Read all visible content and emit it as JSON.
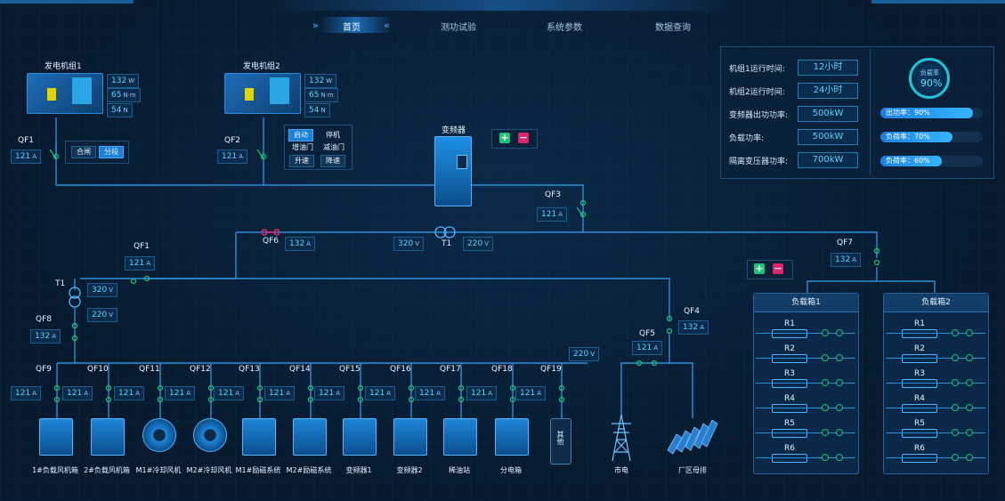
{
  "header": {
    "title": "",
    "nav": [
      "首页",
      "测功试验",
      "系统参数",
      "数据查询"
    ],
    "active": "首页"
  },
  "gen1": {
    "name": "发电机组1",
    "power": "132",
    "power_unit": "W",
    "torque": "65",
    "torque_unit": "N·m",
    "speed": "54",
    "speed_unit": "N"
  },
  "gen2": {
    "name": "发电机组2",
    "power": "132",
    "power_unit": "W",
    "torque": "65",
    "torque_unit": "N·m",
    "speed": "54",
    "speed_unit": "N"
  },
  "qf1_top": {
    "name": "QF1",
    "value": "121",
    "unit": "A",
    "close": "合闸",
    "open": "分段"
  },
  "qf2": {
    "name": "QF2",
    "value": "121",
    "unit": "A"
  },
  "ctrl": {
    "start": "启动",
    "stop": "停机",
    "throttle_up": "增油门",
    "throttle_down": "减油门",
    "speed_up": "升速",
    "speed_down": "降速"
  },
  "vfd": {
    "name": "变频器",
    "plus": "+",
    "minus": "−"
  },
  "qf3": {
    "name": "QF3",
    "value": "121",
    "unit": "A"
  },
  "qf6": {
    "name": "QF6",
    "value": "132",
    "unit": "A"
  },
  "t1": {
    "name": "T1",
    "v_in": "320",
    "v_out": "220",
    "unit": "V"
  },
  "qf7": {
    "name": "QF7",
    "value": "132",
    "unit": "A",
    "plus": "+",
    "minus": "−"
  },
  "qf1_mid": {
    "name": "QF1",
    "value": "121",
    "unit": "A"
  },
  "t1_left": {
    "name": "T1",
    "v_in": "320",
    "v_out": "220",
    "unit": "V"
  },
  "qf8": {
    "name": "QF8",
    "value": "132",
    "unit": "A"
  },
  "bus_v": {
    "value": "220",
    "unit": "V"
  },
  "qf4": {
    "name": "QF4",
    "value": "132",
    "unit": "A"
  },
  "qf5": {
    "name": "QF5",
    "value": "121",
    "unit": "A"
  },
  "branches": [
    {
      "qf": "QF9",
      "value": "121",
      "unit": "A",
      "device": "1#负载风机箱"
    },
    {
      "qf": "QF10",
      "value": "121",
      "unit": "A",
      "device": "2#负载风机箱"
    },
    {
      "qf": "QF11",
      "value": "121",
      "unit": "A",
      "device": "M1#冷却风机"
    },
    {
      "qf": "QF12",
      "value": "121",
      "unit": "A",
      "device": "M2#冷却风机"
    },
    {
      "qf": "QF13",
      "value": "121",
      "unit": "A",
      "device": "M1#励磁系统"
    },
    {
      "qf": "QF14",
      "value": "121",
      "unit": "A",
      "device": "M2#励磁系统"
    },
    {
      "qf": "QF15",
      "value": "121",
      "unit": "A",
      "device": "变频器1"
    },
    {
      "qf": "QF16",
      "value": "121",
      "unit": "A",
      "device": "变频器2"
    },
    {
      "qf": "QF17",
      "value": "121",
      "unit": "A",
      "device": "稀油站"
    },
    {
      "qf": "QF18",
      "value": "121",
      "unit": "A",
      "device": "分电箱"
    },
    {
      "qf": "QF19",
      "value": "121",
      "unit": "A",
      "device": "其他"
    }
  ],
  "grid": {
    "city": "市电",
    "plant_bus": "厂区母排"
  },
  "stats": {
    "rows": [
      {
        "label": "机组1运行时间:",
        "value": "12小时"
      },
      {
        "label": "机组2运行时间:",
        "value": "24小时"
      },
      {
        "label": "变频器出功功率:",
        "value": "500kW"
      },
      {
        "label": "负载功率:",
        "value": "500kW"
      },
      {
        "label": "隔离变压器功率:",
        "value": "700kW"
      }
    ],
    "gauge": {
      "label": "负载率",
      "value": "90%",
      "fraction": 0.9
    },
    "bars": [
      {
        "label": "出功率：90%",
        "fraction": 0.9
      },
      {
        "label": "负荷率：70%",
        "fraction": 0.7
      },
      {
        "label": "负荷率：60%",
        "fraction": 0.6
      }
    ]
  },
  "load1": {
    "title": "负载箱1",
    "rows": [
      "R1",
      "R2",
      "R3",
      "R4",
      "R5",
      "R6"
    ]
  },
  "load2": {
    "title": "负载箱2",
    "rows": [
      "R1",
      "R2",
      "R3",
      "R4",
      "R5",
      "R6"
    ]
  },
  "colors": {
    "bg": "#071a2e",
    "line": "#2a8fd8",
    "accent": "#36b6ff",
    "switch": "#1fc37a",
    "minus": "#e0246b"
  }
}
